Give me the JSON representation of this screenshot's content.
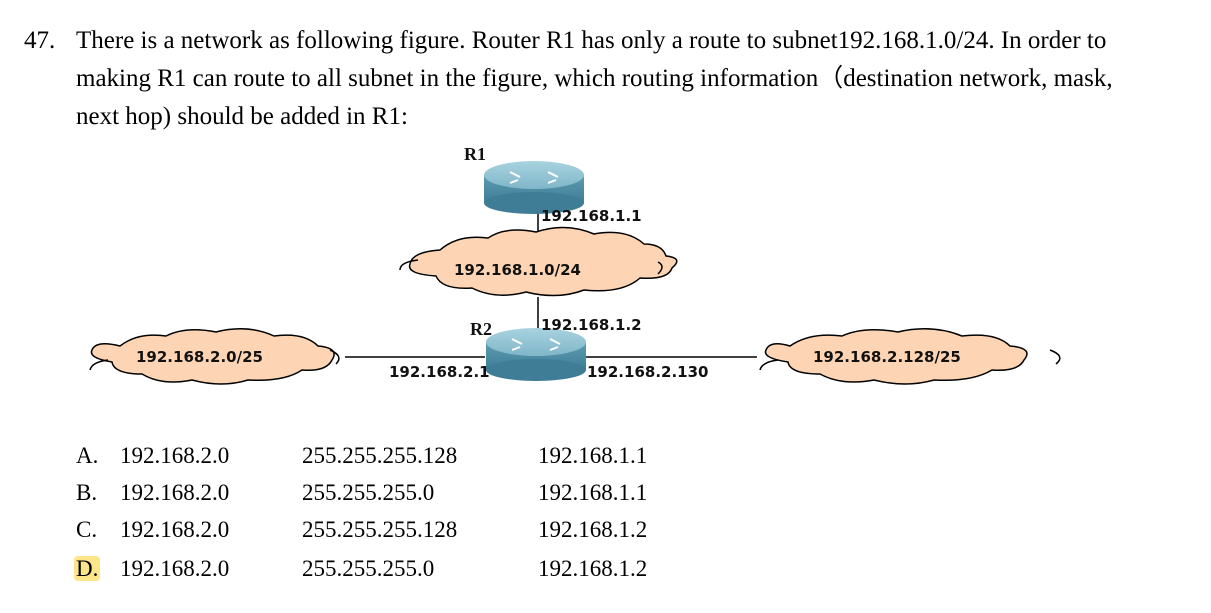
{
  "question": {
    "number": "47.",
    "lines": [
      "There is a network as following figure. Router R1 has only a route to subnet192.168.1.0/24. In order to",
      "making R1 can route to all subnet in the figure, which routing information（destination network, mask,",
      "next hop) should be added in R1:"
    ]
  },
  "figure": {
    "router1_name": "R1",
    "router2_name": "R2",
    "r1_interface_ip": "192.168.1.1",
    "center_network": "192.168.1.0/24",
    "r2_top_ip": "192.168.1.2",
    "r2_left_ip": "192.168.2.1",
    "r2_right_ip": "192.168.2.130",
    "left_network": "192.168.2.0/25",
    "right_network": "192.168.2.128/25",
    "colors": {
      "cloud_fill": "#fdd5b4",
      "router_fill": "#7fb6c9"
    }
  },
  "options": [
    {
      "letter": "A.",
      "network": "192.168.2.0",
      "mask": "255.255.255.128",
      "next_hop": "192.168.1.1"
    },
    {
      "letter": "B.",
      "network": "192.168.2.0",
      "mask": "255.255.255.0",
      "next_hop": "192.168.1.1"
    },
    {
      "letter": "C.",
      "network": "192.168.2.0",
      "mask": "255.255.255.128",
      "next_hop": "192.168.1.2"
    },
    {
      "letter": "D.",
      "network": "192.168.2.0",
      "mask": "255.255.255.0",
      "next_hop": "192.168.1.2",
      "highlighted": true
    }
  ]
}
